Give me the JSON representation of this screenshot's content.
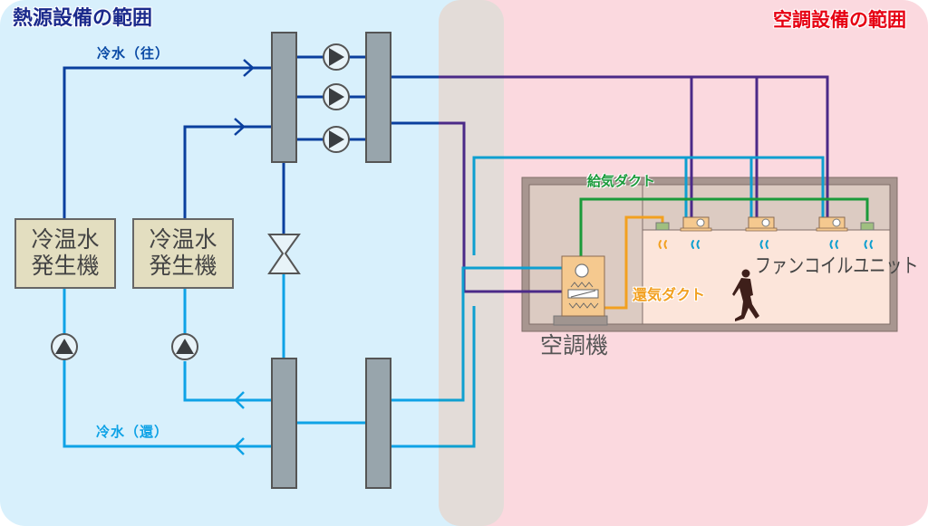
{
  "regions": {
    "heat_source": {
      "label": "熱源設備の範囲",
      "color": "#d8f0fc"
    },
    "air_conditioning": {
      "label": "空調設備の範囲",
      "color": "#fbd9df"
    },
    "overlap_color": "#e3dcd8"
  },
  "pipes": {
    "chilled_water_supply": {
      "label": "冷水（往）",
      "color": "#0a3f9e"
    },
    "chilled_water_return": {
      "label": "冷水（還）",
      "color": "#0ea2e6"
    },
    "fcu_supply_color": "#4b2a88",
    "fcu_return_color": "#0e9fd0"
  },
  "equipment": {
    "chillers": [
      {
        "label_line1": "冷温水",
        "label_line2": "発生機"
      },
      {
        "label_line1": "冷温水",
        "label_line2": "発生機"
      }
    ],
    "header_fill": "#98a5ac",
    "pumps_count": 5,
    "bypass_valve": "two-way valve",
    "air_handler": {
      "label": "空調機"
    },
    "fan_coil_unit": {
      "label": "ファンコイルユニット",
      "count": 3
    }
  },
  "ducts": {
    "supply": {
      "label": "給気ダクト",
      "color": "#1a9a3a"
    },
    "return": {
      "label": "還気ダクト",
      "color": "#f2a020"
    }
  },
  "room": {
    "wall_color": "#a89690",
    "ceiling_space_color": "#dccbc2",
    "room_color": "#fce5da",
    "occupant": "walking-person"
  }
}
